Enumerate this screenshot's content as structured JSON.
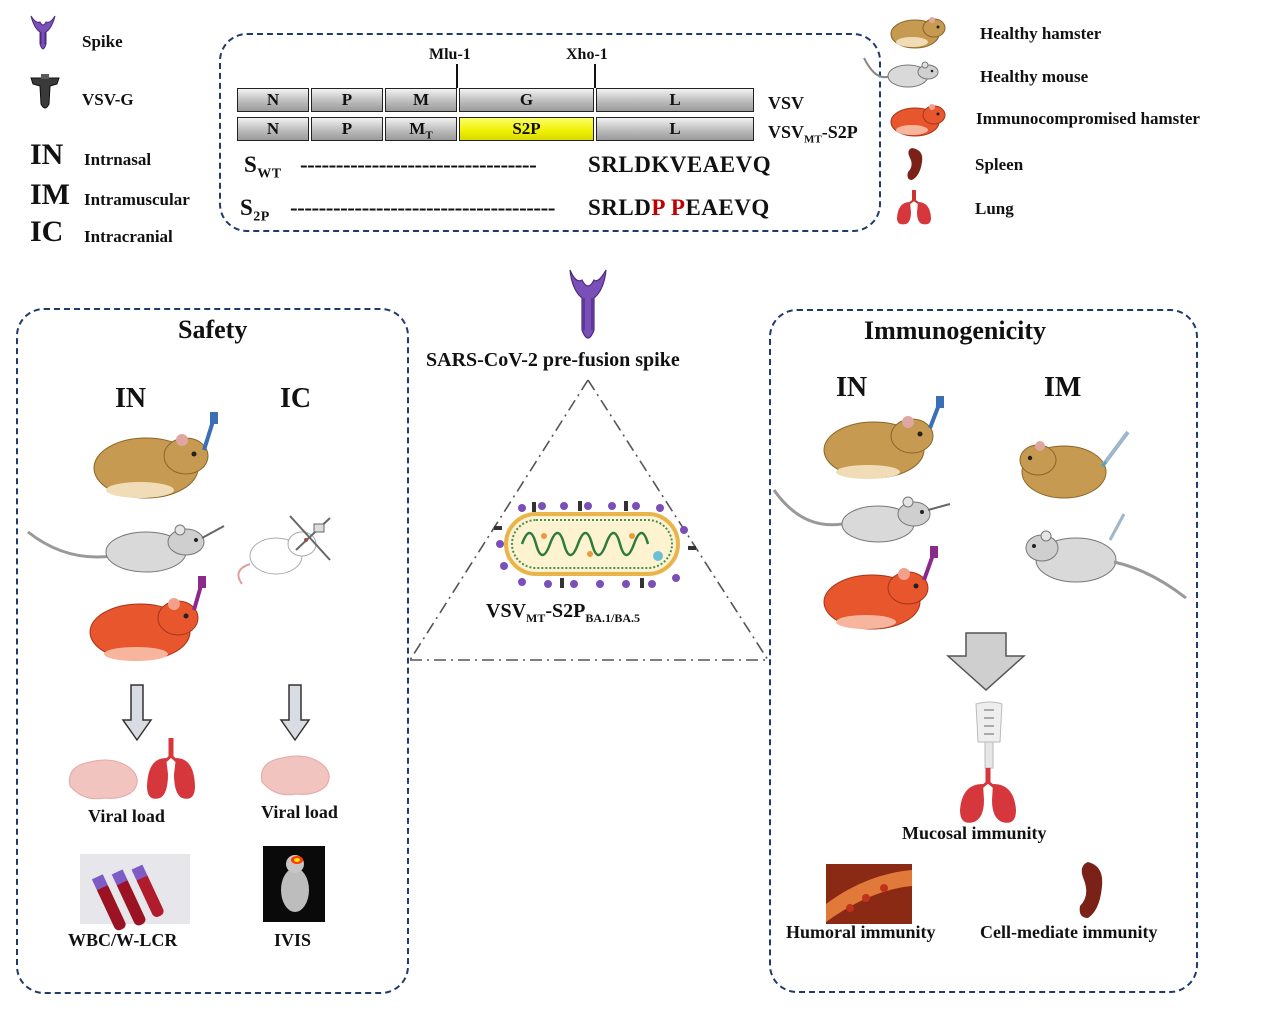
{
  "legend_left": {
    "spike": "Spike",
    "vsvg": "VSV-G",
    "routes": [
      {
        "abbr": "IN",
        "name": "Intrnasal"
      },
      {
        "abbr": "IM",
        "name": "Intramuscular"
      },
      {
        "abbr": "IC",
        "name": "Intracranial"
      }
    ]
  },
  "legend_right": {
    "items": [
      "Healthy hamster",
      "Healthy mouse",
      "Immunocompromised hamster",
      "Spleen",
      "Lung"
    ]
  },
  "construct": {
    "sites": [
      "Mlu-1",
      "Xho-1"
    ],
    "row1_genes": [
      "N",
      "P",
      "M",
      "G",
      "L"
    ],
    "row1_label": "VSV",
    "row2_genes": [
      "N",
      "P",
      "M",
      "T",
      "S2P",
      "L"
    ],
    "row2_label_main": "VSV",
    "row2_label_sub": "MT",
    "row2_label_tail": "-S2P",
    "seq_wt_main": "S",
    "seq_wt_sub": "WT",
    "seq_wt_dashes": "---------------------------------",
    "seq_wt_residues": "SRLDKVEAEVQ",
    "seq_2p_main": "S",
    "seq_2p_sub": "2P",
    "seq_2p_dashes": "-------------------------------------",
    "seq_2p_a": "SRLD",
    "seq_2p_p1": "P",
    "seq_2p_p2": "P",
    "seq_2p_b": "EAEVQ"
  },
  "center": {
    "spike_caption": "SARS-CoV-2 pre-fusion spike",
    "virus_main": "VSV",
    "virus_sub1": "MT",
    "virus_mid": "-S2P",
    "virus_sub2": "BA.1/BA.5"
  },
  "safety": {
    "title": "Safety",
    "col1": "IN",
    "col2": "IC",
    "viral_load_1": "Viral load",
    "viral_load_2": "Viral load",
    "assay_1": "WBC/W-LCR",
    "assay_2": "IVIS"
  },
  "immunogenicity": {
    "title": "Immunogenicity",
    "col1": "IN",
    "col2": "IM",
    "mucosal": "Mucosal immunity",
    "humoral": "Humoral immunity",
    "cell": "Cell-mediate immunity"
  },
  "colors": {
    "frame": "#1f3b6b",
    "spike": "#7b4fb8",
    "hamster": "#c79a52",
    "immunocompromised": "#e8562e",
    "lung": "#d6373c",
    "spleen": "#7a2218",
    "highlight": "#f0f000",
    "mutation": "#c00000"
  }
}
